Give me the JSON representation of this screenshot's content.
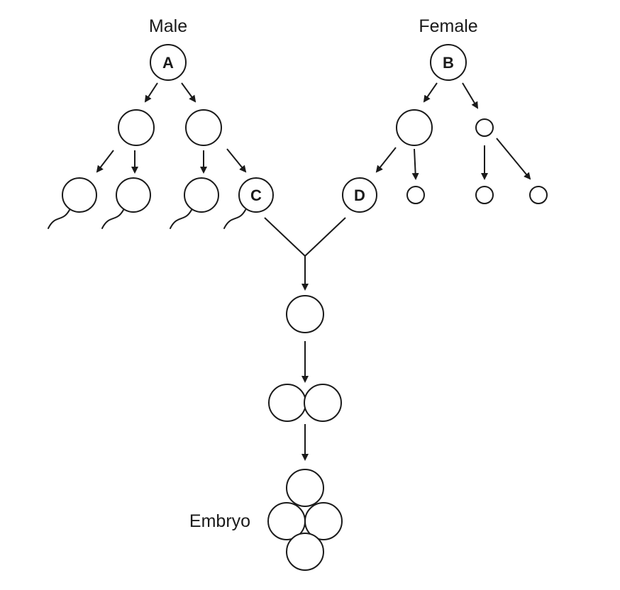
{
  "labels": {
    "male": "Male",
    "female": "Female",
    "embryo": "Embryo"
  },
  "cells": {
    "a": "A",
    "b": "B",
    "c": "C",
    "d": "D"
  },
  "colors": {
    "stroke": "#1a1a1a",
    "background": "#ffffff"
  }
}
